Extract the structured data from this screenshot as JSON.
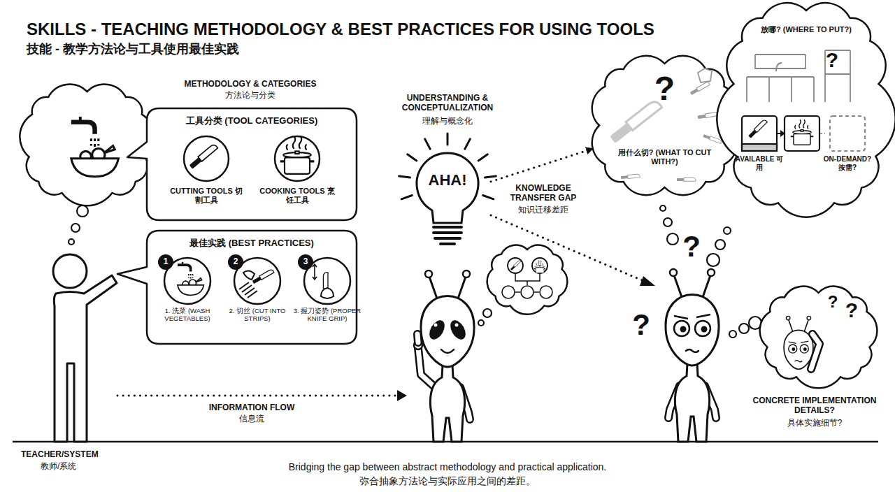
{
  "diagram": {
    "title": "SKILLS - TEACHING METHODOLOGY & BEST PRACTICES FOR USING TOOLS",
    "caption": "Bridging the gap between abstract methodology and practical application.",
    "nodes": [
      {
        "text": [
          "工具分类 (TOOL CATEGORIES)"
        ]
      },
      {
        "text": [
          "CUTTING TOOLS 切割工具"
        ],
        "in": 0
      },
      {
        "text": [
          "COOKING TOOLS 烹饪工具"
        ],
        "in": 0
      },
      {
        "text": [
          "最佳实践 (BEST PRACTICES)"
        ]
      },
      {
        "text": [
          "1",
          "1. 洗菜 (WASH VEGETABLES)"
        ],
        "in": 3
      },
      {
        "text": [
          "2",
          "2. 切丝 (CUT INTO STRIPS)"
        ],
        "in": 3
      },
      {
        "text": [
          "3",
          "3. 握刀姿势 (PROPER KNIFE GRIP)"
        ],
        "in": 3
      },
      {
        "text": [
          "AHA!"
        ]
      },
      {
        "text": [
          "?",
          "用什么切? (WHAT TO CUT WITH?)"
        ]
      },
      {
        "text": [
          "放哪? (WHERE TO PUT?)",
          "?"
        ]
      },
      {
        "text": [
          "AVAILABLE 可用"
        ],
        "in": 9
      },
      {
        "text": [
          "ON-DEMAND? 按需?"
        ],
        "in": 9
      }
    ],
    "edges": [
      {
        "from": 4,
        "to": 5,
        "arrow": "to"
      },
      {
        "from": 5,
        "to": 6,
        "arrow": "to"
      },
      {
        "from": 7,
        "to": 8,
        "arrow": "to"
      },
      {
        "from": 10,
        "to": 11,
        "arrow": "to"
      }
    ],
    "labels": [
      "技能 - 教学方法论与工具使用最佳实践",
      "METHODOLOGY & CATEGORIES",
      "方法论与分类",
      "UNDERSTANDING & CONCEPTUALIZATION",
      "理解与概念化",
      "KNOWLEDGE TRANSFER GAP",
      "知识迁移差距",
      "INFORMATION FLOW",
      "信息流",
      "TEACHER/SYSTEM",
      "教师/系统",
      "?",
      "?",
      "?",
      "?",
      "?",
      "CONCRETE IMPLEMENTATION DETAILS?",
      "具体实施细节?",
      "弥合抽象方法论与实际应用之间的差距。"
    ]
  }
}
